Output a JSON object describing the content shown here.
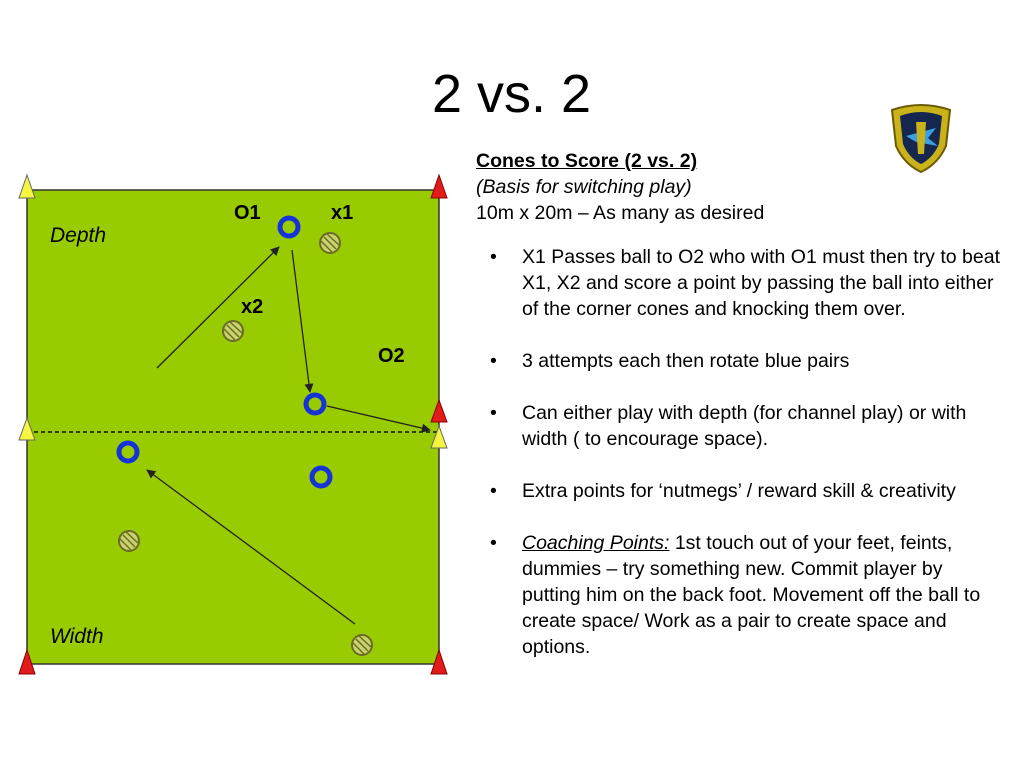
{
  "title": "2 vs. 2",
  "logo": {
    "icon": "club-crest-icon"
  },
  "field": {
    "color": "#99cc00",
    "labels": {
      "depth": "Depth",
      "width": "Width",
      "o1": "O1",
      "x1": "x1",
      "x2": "x2",
      "o2": "O2"
    }
  },
  "panel": {
    "heading": "Cones to Score (2 vs. 2)",
    "subheading": "(Basis for switching play)",
    "dimensions": "10m x 20m – As many as desired",
    "bullets": [
      "X1 Passes ball to O2 who with O1 must then try to beat X1, X2 and score a point by passing the ball into either of the corner cones and knocking them over.",
      "3 attempts each then rotate blue pairs",
      "Can either play with depth (for channel play) or with width ( to encourage space).",
      "Extra points for ‘nutmegs’ / reward skill & creativity"
    ],
    "coaching_label": "Coaching Points:",
    "coaching_text": " 1st touch out of your feet, feints, dummies – try something new. Commit player by putting him on the back foot. Movement off the ball to create space/ Work as a pair to create space and options."
  }
}
